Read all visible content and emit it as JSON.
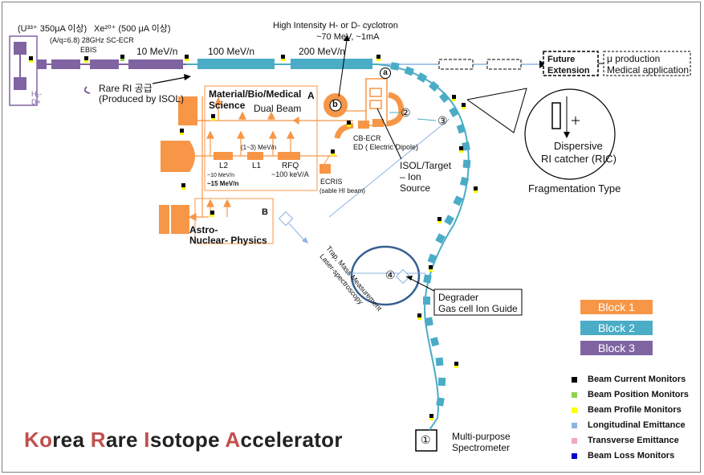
{
  "colors": {
    "block1": "#f79646",
    "block2": "#4bacc6",
    "block3": "#8064a2",
    "beam_current": "#000000",
    "beam_position": "#92d050",
    "beam_profile": "#ffff00",
    "long_emittance": "#8db3e2",
    "trans_emittance": "#f2a6c6",
    "beam_loss": "#0000cc"
  },
  "top_labels": {
    "u_source": "(U³³⁺ 350μA 이상)",
    "xe_source": "Xe²⁰⁺ (500 μA 이상)",
    "aq_ecr": "(A/q=6.8) 28GHz   SC-ECR",
    "ebis": "EBIS",
    "seg1": "10 MeV/n",
    "seg2": "100 MeV/n",
    "seg3": "200 MeV/n",
    "cyclotron_line1": "High Intensity H- or D- cyclotron",
    "cyclotron_line2": "~70 MeV, ~1mA",
    "future": "Future\nExtension",
    "future_l1": "Future",
    "future_l2": "Extension",
    "mu_line1": "μ production",
    "mu_line2": "Medical application",
    "h2": "H₂-",
    "dplus": "D+"
  },
  "labels": {
    "rare_ri_l1": "Rare RI 공급",
    "rare_ri_l2": "(Produced by ISOL)",
    "matbio_l1": "Material/Bio/Medical",
    "matbio_l2": "Science",
    "block_a": "A",
    "dual_beam": "Dual Beam",
    "circle_b": "b",
    "circle_a": "a",
    "num2": "②",
    "num3": "③",
    "num4": "④",
    "num1": "①",
    "mev13": "(1~3) MeV/n",
    "l2": "L2",
    "l1": "L1",
    "rfq": "RFQ",
    "rfq_energy": "~100 keV/A",
    "l2_e1": "~10 MeV/n",
    "l2_e2": "~15 MeV/n",
    "cb_ecr": "CB-ECR",
    "ed": "ED ( Electric  Dipole)",
    "ecris": "ECRIS",
    "sable": "(sable HI beam)",
    "isol_l1": "ISOL/Target",
    "isol_l2": "– Ion",
    "isol_l3": "Source",
    "astro_l1": "Astro-",
    "astro_l2": "Nuclear- Physics",
    "block_b": "B",
    "trap": "Trap, Mass Measurement",
    "laser": "Laser-spectroscopy",
    "degrader_l1": "Degrader",
    "degrader_l2": "Gas cell Ion Guide",
    "dispersive_l1": "Dispersive",
    "dispersive_l2": "RI catcher (RIC)",
    "frag_type": "Fragmentation Type",
    "multi_l1": "Multi-purpose",
    "multi_l2": "Spectrometer"
  },
  "legend_blocks": [
    "Block 1",
    "Block 2",
    "Block 3"
  ],
  "legend_monitors": [
    {
      "label": "Beam Current Monitors",
      "color": "#000000"
    },
    {
      "label": "Beam Position Monitors",
      "color": "#92d050"
    },
    {
      "label": "Beam Profile Monitors",
      "color": "#ffff00"
    },
    {
      "label": "Longitudinal Emittance",
      "color": "#8db3e2"
    },
    {
      "label": "Transverse Emittance",
      "color": "#f2a6c6"
    },
    {
      "label": "Beam Loss Monitors",
      "color": "#0000cc"
    }
  ],
  "title": {
    "w1_init": "Ko",
    "w1_rest": "rea ",
    "w2_init": "R",
    "w2_rest": "are ",
    "w3_init": "I",
    "w3_rest": "sotope ",
    "w4_init": "A",
    "w4_rest": "ccelerator"
  }
}
